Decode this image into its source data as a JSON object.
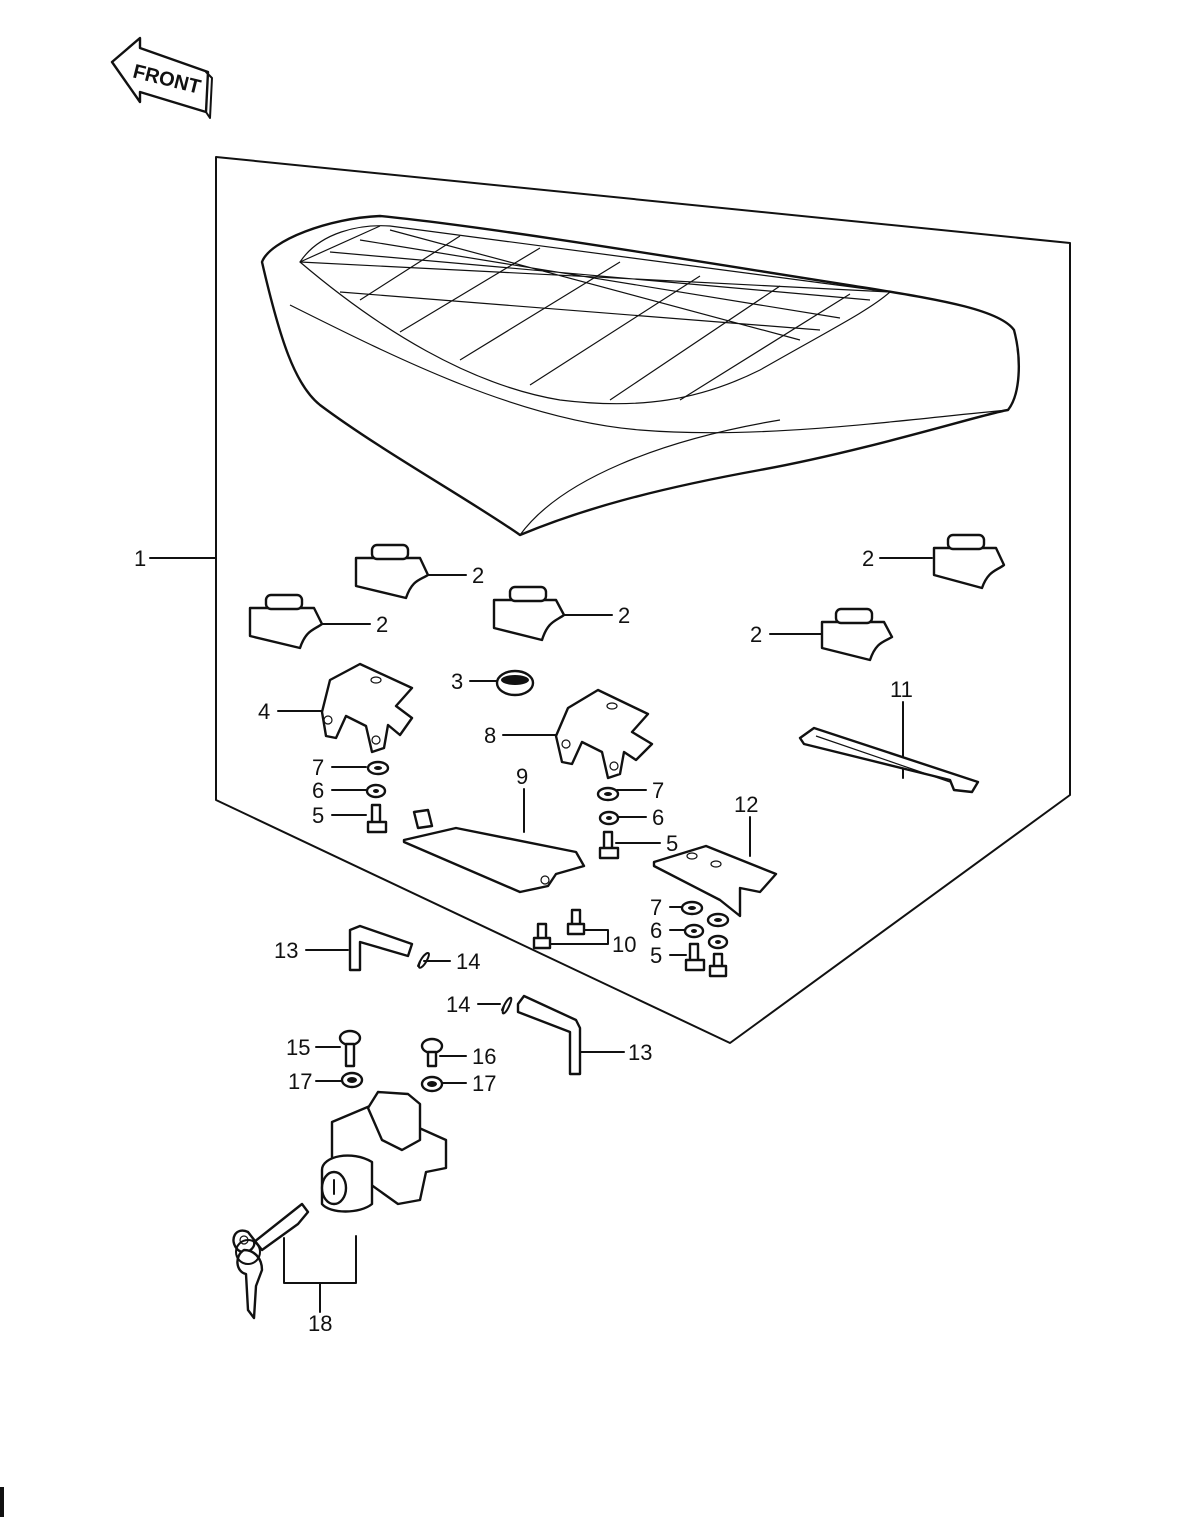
{
  "front_badge": "FRONT",
  "callouts": {
    "c1": "1",
    "c2a": "2",
    "c2b": "2",
    "c2c": "2",
    "c2d": "2",
    "c2e": "2",
    "c3": "3",
    "c4": "4",
    "c5a": "5",
    "c5b": "5",
    "c5c": "5",
    "c6a": "6",
    "c6b": "6",
    "c6c": "6",
    "c7a": "7",
    "c7b": "7",
    "c7c": "7",
    "c8": "8",
    "c9": "9",
    "c10": "10",
    "c11": "11",
    "c12": "12",
    "c13a": "13",
    "c13b": "13",
    "c14a": "14",
    "c14b": "14",
    "c15": "15",
    "c16": "16",
    "c17a": "17",
    "c17b": "17",
    "c18": "18"
  }
}
